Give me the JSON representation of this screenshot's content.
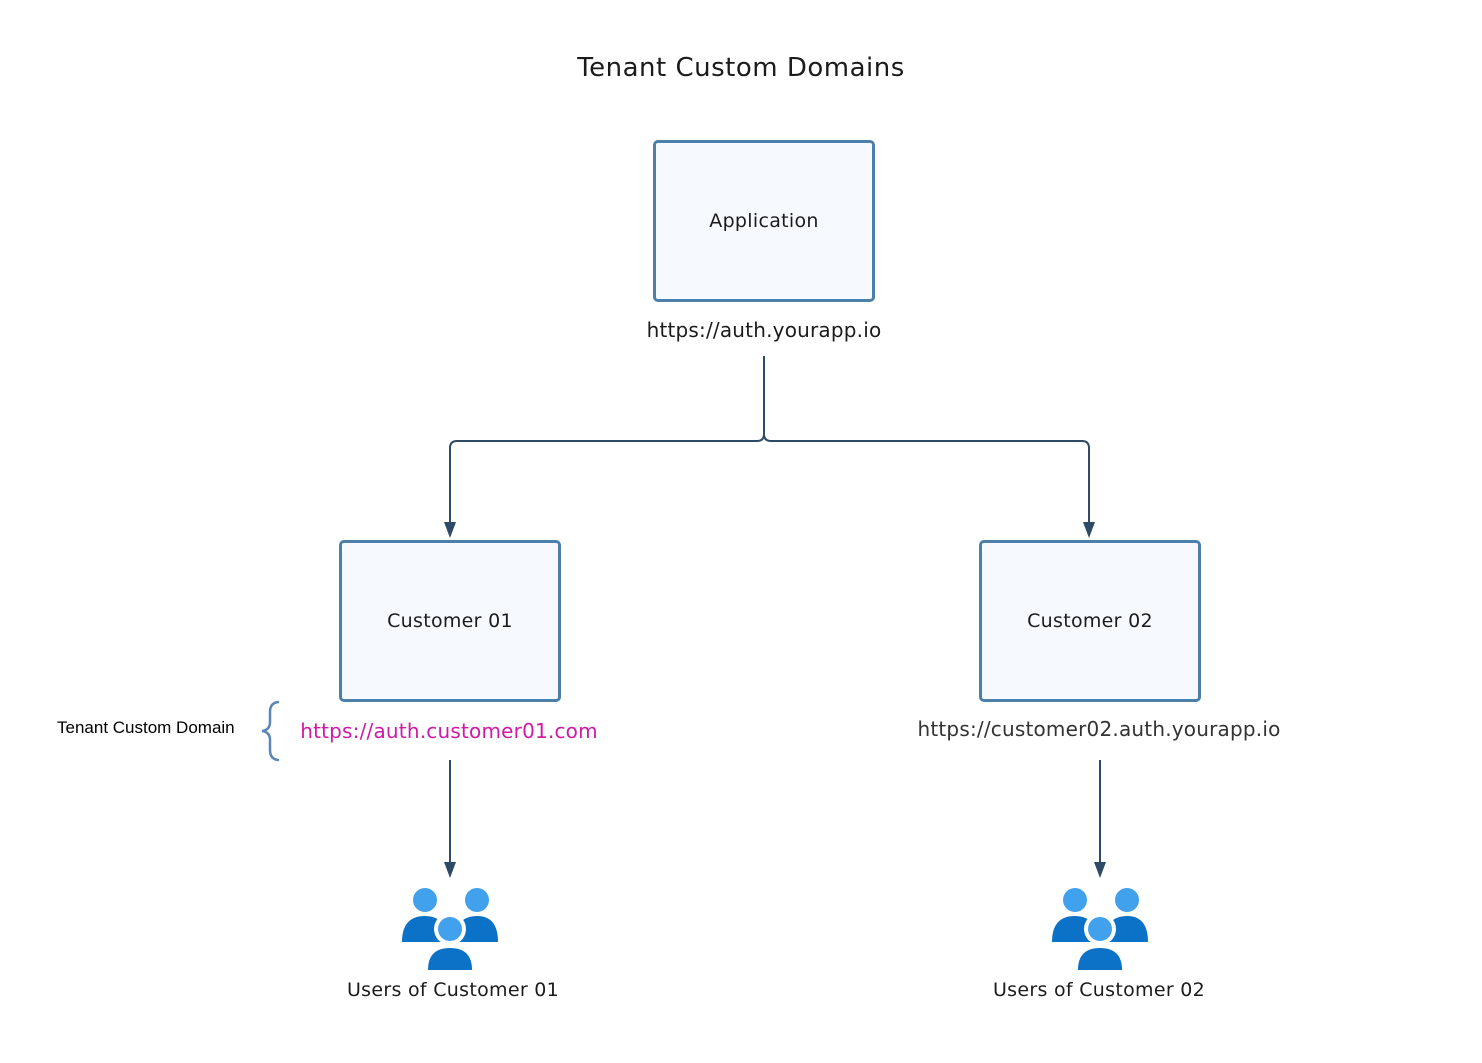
{
  "title": "Tenant Custom Domains",
  "nodes": {
    "application": {
      "label": "Application",
      "url": "https://auth.yourapp.io"
    },
    "customer01": {
      "label": "Customer 01",
      "url": "https://auth.customer01.com",
      "users_label": "Users of Customer 01"
    },
    "customer02": {
      "label": "Customer 02",
      "url": "https://customer02.auth.yourapp.io",
      "users_label": "Users of Customer 02"
    }
  },
  "annotation": {
    "label": "Tenant Custom Domain"
  },
  "colors": {
    "box_border": "#4d7fab",
    "box_fill": "#f6faff",
    "connector": "#2d4a66",
    "highlight_url": "#d01aa6",
    "brace": "#5b87b8",
    "user_light": "#42a1ec",
    "user_dark": "#0b72c8"
  },
  "icons": [
    "users-group-icon",
    "users-group-icon"
  ]
}
